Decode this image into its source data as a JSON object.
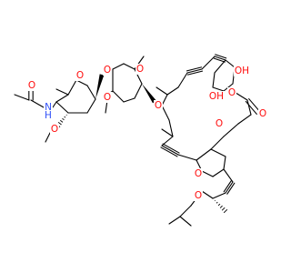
{
  "colors": {
    "background": "#ffffff",
    "bond": "#000000",
    "oxygen": "#ff0d0d",
    "nitrogen": "#3050f8"
  },
  "atom_labels": {
    "acetamide_o": "O",
    "amide_n": "N",
    "amide_h": "H",
    "sugar1_ring_o": "O",
    "sugar1_methoxy_o": "O",
    "glycosidic_o1": "O",
    "sugar2_ring_o": "O",
    "sugar2_methoxy_o": "O",
    "glycosidic_o2": "O",
    "hydroxyl_top": "OH",
    "hydroxyl_mid": "OH",
    "furan_o": "O",
    "lactone_ring_o": "O",
    "lactone_carbonyl_o": "O",
    "spiroketal_o": "O",
    "spiroketal_o2": "O"
  }
}
